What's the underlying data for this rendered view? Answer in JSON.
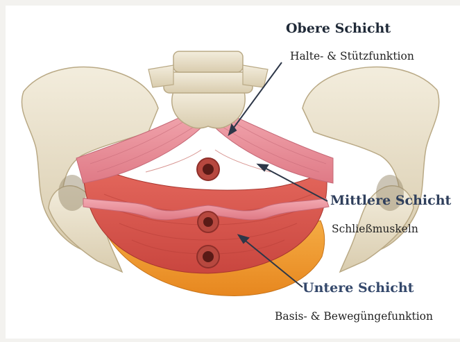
{
  "layers": {
    "upper": {
      "title": "Obere Schicht",
      "subtitle": "Halte- & Stützfunktion"
    },
    "middle": {
      "title": "Mittlere Schicht",
      "subtitle": "Schließmuskeln"
    },
    "lower": {
      "title": "Untere Schicht",
      "subtitle": "Basis- & Bewegüngefunktion"
    }
  },
  "colors": {
    "bone": "#ece5d2",
    "bone_shade": "#cdbf9d",
    "muscle_upper": "#e98f98",
    "muscle_middle": "#d9534f",
    "muscle_lower": "#f4a63a",
    "label_dark": "#1f2937",
    "label_blue": "#34486b",
    "pointer": "#2d3748"
  }
}
